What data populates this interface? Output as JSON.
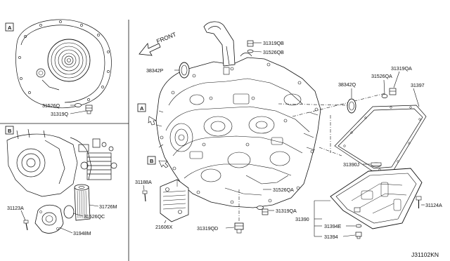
{
  "sections": {
    "a": "A",
    "b": "B"
  },
  "callouts": {
    "a": "A",
    "b": "B"
  },
  "front_label": "FRONT",
  "diagram_code": "J31102KN",
  "parts": {
    "p31526q_a": "31526Q",
    "p31319q_a": "31319Q",
    "p31123a": "31123A",
    "p31726m": "31726M",
    "p31526qc": "31526QC",
    "p31948m": "31948M",
    "p38342p": "38342P",
    "p31319qb": "31319QB",
    "p31526qb": "31526QB",
    "p31188a": "31188A",
    "p21606x": "21606X",
    "p31319qd": "31319QD",
    "p31319qa_mid": "31319QA",
    "p31526qa_mid": "31526QA",
    "p38342q": "38342Q",
    "p31526qa_top": "31526QA",
    "p31319qa_top": "31319QA",
    "p31397": "31397",
    "p31390j": "31390J",
    "p31390": "31390",
    "p31394e": "31394E",
    "p31394": "31394",
    "p31124a": "31124A"
  }
}
